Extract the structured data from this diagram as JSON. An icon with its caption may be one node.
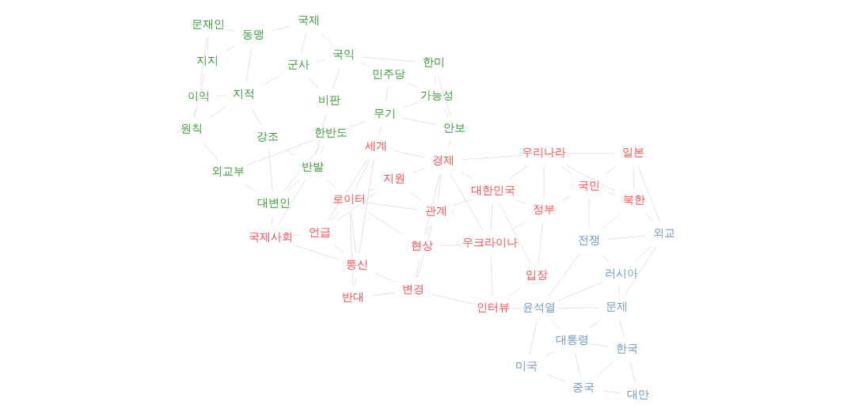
{
  "diagram": {
    "nodes": [
      {
        "text": [
          "경제"
        ]
      },
      {
        "text": [
          "세계"
        ]
      },
      {
        "text": [
          "우리나라"
        ]
      },
      {
        "text": [
          "대한민국"
        ]
      },
      {
        "text": [
          "관계"
        ]
      },
      {
        "text": [
          "지원"
        ]
      },
      {
        "text": [
          "언급"
        ]
      },
      {
        "text": [
          "우크라이나"
        ]
      },
      {
        "text": [
          "현상"
        ]
      },
      {
        "text": [
          "일본"
        ]
      },
      {
        "text": [
          "국민"
        ]
      },
      {
        "text": [
          "정부"
        ]
      },
      {
        "text": [
          "로이터"
        ]
      },
      {
        "text": [
          "북한"
        ]
      },
      {
        "text": [
          "통신"
        ]
      },
      {
        "text": [
          "국제사회"
        ]
      },
      {
        "text": [
          "입장"
        ]
      },
      {
        "text": [
          "인터뷰"
        ]
      },
      {
        "text": [
          "변경"
        ]
      },
      {
        "text": [
          "반대"
        ]
      },
      {
        "text": [
          "안보"
        ]
      },
      {
        "text": [
          "무기"
        ]
      },
      {
        "text": [
          "가능성"
        ]
      },
      {
        "text": [
          "한미"
        ]
      },
      {
        "text": [
          "민주당"
        ]
      },
      {
        "text": [
          "한반도"
        ]
      },
      {
        "text": [
          "국익"
        ]
      },
      {
        "text": [
          "반발"
        ]
      },
      {
        "text": [
          "비판"
        ]
      },
      {
        "text": [
          "군사"
        ]
      },
      {
        "text": [
          "대변인"
        ]
      },
      {
        "text": [
          "강조"
        ]
      },
      {
        "text": [
          "국제"
        ]
      },
      {
        "text": [
          "지적"
        ]
      },
      {
        "text": [
          "동맹"
        ]
      },
      {
        "text": [
          "외교부"
        ]
      },
      {
        "text": [
          "원칙"
        ]
      },
      {
        "text": [
          "지지"
        ]
      },
      {
        "text": [
          "이익"
        ]
      },
      {
        "text": [
          "문재인"
        ]
      },
      {
        "text": [
          "외교"
        ]
      },
      {
        "text": [
          "전쟁"
        ]
      },
      {
        "text": [
          "러시아"
        ]
      },
      {
        "text": [
          "문제"
        ]
      },
      {
        "text": [
          "윤석열"
        ]
      },
      {
        "text": [
          "한국"
        ]
      },
      {
        "text": [
          "대통령"
        ]
      },
      {
        "text": [
          "미국"
        ]
      },
      {
        "text": [
          "대만"
        ]
      },
      {
        "text": [
          "중국"
        ]
      }
    ],
    "edges": [
      {
        "from": 0,
        "to": 1,
        "arrow": "none"
      },
      {
        "from": 0,
        "to": 2,
        "arrow": "none"
      },
      {
        "from": 0,
        "to": 3,
        "arrow": "none"
      },
      {
        "from": 0,
        "to": 4,
        "arrow": "none"
      },
      {
        "from": 0,
        "to": 5,
        "arrow": "none"
      },
      {
        "from": 0,
        "to": 8,
        "arrow": "none"
      },
      {
        "from": 0,
        "to": 20,
        "arrow": "none"
      },
      {
        "from": 0,
        "to": 7,
        "arrow": "none"
      },
      {
        "from": 1,
        "to": 6,
        "arrow": "none"
      },
      {
        "from": 1,
        "to": 12,
        "arrow": "none"
      },
      {
        "from": 1,
        "to": 21,
        "arrow": "none"
      },
      {
        "from": 1,
        "to": 14,
        "arrow": "none"
      },
      {
        "from": 2,
        "to": 3,
        "arrow": "none"
      },
      {
        "from": 2,
        "to": 9,
        "arrow": "none"
      },
      {
        "from": 2,
        "to": 10,
        "arrow": "none"
      },
      {
        "from": 2,
        "to": 13,
        "arrow": "none"
      },
      {
        "from": 2,
        "to": 11,
        "arrow": "none"
      },
      {
        "from": 3,
        "to": 4,
        "arrow": "none"
      },
      {
        "from": 3,
        "to": 7,
        "arrow": "none"
      },
      {
        "from": 3,
        "to": 11,
        "arrow": "none"
      },
      {
        "from": 3,
        "to": 16,
        "arrow": "none"
      },
      {
        "from": 4,
        "to": 5,
        "arrow": "none"
      },
      {
        "from": 4,
        "to": 8,
        "arrow": "none"
      },
      {
        "from": 4,
        "to": 18,
        "arrow": "none"
      },
      {
        "from": 4,
        "to": 12,
        "arrow": "none"
      },
      {
        "from": 5,
        "to": 6,
        "arrow": "none"
      },
      {
        "from": 5,
        "to": 12,
        "arrow": "none"
      },
      {
        "from": 6,
        "to": 14,
        "arrow": "none"
      },
      {
        "from": 6,
        "to": 15,
        "arrow": "none"
      },
      {
        "from": 6,
        "to": 12,
        "arrow": "none"
      },
      {
        "from": 7,
        "to": 8,
        "arrow": "none"
      },
      {
        "from": 7,
        "to": 11,
        "arrow": "none"
      },
      {
        "from": 7,
        "to": 17,
        "arrow": "none"
      },
      {
        "from": 8,
        "to": 12,
        "arrow": "none"
      },
      {
        "from": 8,
        "to": 18,
        "arrow": "none"
      },
      {
        "from": 9,
        "to": 10,
        "arrow": "none"
      },
      {
        "from": 9,
        "to": 13,
        "arrow": "none"
      },
      {
        "from": 9,
        "to": 40,
        "arrow": "none"
      },
      {
        "from": 10,
        "to": 11,
        "arrow": "none"
      },
      {
        "from": 10,
        "to": 13,
        "arrow": "none"
      },
      {
        "from": 10,
        "to": 41,
        "arrow": "none"
      },
      {
        "from": 11,
        "to": 16,
        "arrow": "none"
      },
      {
        "from": 13,
        "to": 40,
        "arrow": "none"
      },
      {
        "from": 13,
        "to": 41,
        "arrow": "none"
      },
      {
        "from": 16,
        "to": 17,
        "arrow": "none"
      },
      {
        "from": 17,
        "to": 18,
        "arrow": "none"
      },
      {
        "from": 12,
        "to": 14,
        "arrow": "none"
      },
      {
        "from": 12,
        "to": 19,
        "arrow": "none"
      },
      {
        "from": 14,
        "to": 15,
        "arrow": "none"
      },
      {
        "from": 14,
        "to": 19,
        "arrow": "none"
      },
      {
        "from": 15,
        "to": 30,
        "arrow": "none"
      },
      {
        "from": 15,
        "to": 27,
        "arrow": "none"
      },
      {
        "from": 18,
        "to": 19,
        "arrow": "none"
      },
      {
        "from": 18,
        "to": 14,
        "arrow": "none"
      },
      {
        "from": 12,
        "to": 27,
        "arrow": "none"
      },
      {
        "from": 20,
        "to": 21,
        "arrow": "none"
      },
      {
        "from": 20,
        "to": 22,
        "arrow": "none"
      },
      {
        "from": 20,
        "to": 23,
        "arrow": "none"
      },
      {
        "from": 21,
        "to": 22,
        "arrow": "none"
      },
      {
        "from": 21,
        "to": 24,
        "arrow": "none"
      },
      {
        "from": 21,
        "to": 25,
        "arrow": "none"
      },
      {
        "from": 22,
        "to": 23,
        "arrow": "none"
      },
      {
        "from": 22,
        "to": 24,
        "arrow": "none"
      },
      {
        "from": 23,
        "to": 26,
        "arrow": "none"
      },
      {
        "from": 24,
        "to": 26,
        "arrow": "none"
      },
      {
        "from": 25,
        "to": 27,
        "arrow": "none"
      },
      {
        "from": 25,
        "to": 30,
        "arrow": "none"
      },
      {
        "from": 25,
        "to": 35,
        "arrow": "none"
      },
      {
        "from": 26,
        "to": 28,
        "arrow": "none"
      },
      {
        "from": 26,
        "to": 29,
        "arrow": "none"
      },
      {
        "from": 26,
        "to": 32,
        "arrow": "none"
      },
      {
        "from": 27,
        "to": 28,
        "arrow": "none"
      },
      {
        "from": 27,
        "to": 30,
        "arrow": "none"
      },
      {
        "from": 27,
        "to": 31,
        "arrow": "none"
      },
      {
        "from": 28,
        "to": 29,
        "arrow": "none"
      },
      {
        "from": 29,
        "to": 33,
        "arrow": "none"
      },
      {
        "from": 29,
        "to": 32,
        "arrow": "none"
      },
      {
        "from": 30,
        "to": 31,
        "arrow": "none"
      },
      {
        "from": 30,
        "to": 35,
        "arrow": "none"
      },
      {
        "from": 31,
        "to": 33,
        "arrow": "none"
      },
      {
        "from": 32,
        "to": 34,
        "arrow": "none"
      },
      {
        "from": 33,
        "to": 36,
        "arrow": "none"
      },
      {
        "from": 33,
        "to": 34,
        "arrow": "none"
      },
      {
        "from": 34,
        "to": 37,
        "arrow": "none"
      },
      {
        "from": 34,
        "to": 39,
        "arrow": "none"
      },
      {
        "from": 35,
        "to": 36,
        "arrow": "none"
      },
      {
        "from": 36,
        "to": 38,
        "arrow": "none"
      },
      {
        "from": 36,
        "to": 37,
        "arrow": "none"
      },
      {
        "from": 38,
        "to": 39,
        "arrow": "none"
      },
      {
        "from": 37,
        "to": 39,
        "arrow": "none"
      },
      {
        "from": 33,
        "to": 38,
        "arrow": "none"
      },
      {
        "from": 40,
        "to": 41,
        "arrow": "none"
      },
      {
        "from": 40,
        "to": 42,
        "arrow": "none"
      },
      {
        "from": 40,
        "to": 43,
        "arrow": "none"
      },
      {
        "from": 41,
        "to": 42,
        "arrow": "none"
      },
      {
        "from": 41,
        "to": 44,
        "arrow": "none"
      },
      {
        "from": 42,
        "to": 43,
        "arrow": "none"
      },
      {
        "from": 42,
        "to": 44,
        "arrow": "none"
      },
      {
        "from": 43,
        "to": 45,
        "arrow": "none"
      },
      {
        "from": 43,
        "to": 46,
        "arrow": "none"
      },
      {
        "from": 44,
        "to": 46,
        "arrow": "none"
      },
      {
        "from": 44,
        "to": 47,
        "arrow": "none"
      },
      {
        "from": 45,
        "to": 46,
        "arrow": "none"
      },
      {
        "from": 45,
        "to": 48,
        "arrow": "none"
      },
      {
        "from": 45,
        "to": 49,
        "arrow": "none"
      },
      {
        "from": 46,
        "to": 47,
        "arrow": "none"
      },
      {
        "from": 46,
        "to": 49,
        "arrow": "none"
      },
      {
        "from": 47,
        "to": 49,
        "arrow": "none"
      },
      {
        "from": 48,
        "to": 49,
        "arrow": "none"
      },
      {
        "from": 43,
        "to": 44,
        "arrow": "none"
      },
      {
        "from": 17,
        "to": 44,
        "arrow": "none"
      }
    ]
  }
}
